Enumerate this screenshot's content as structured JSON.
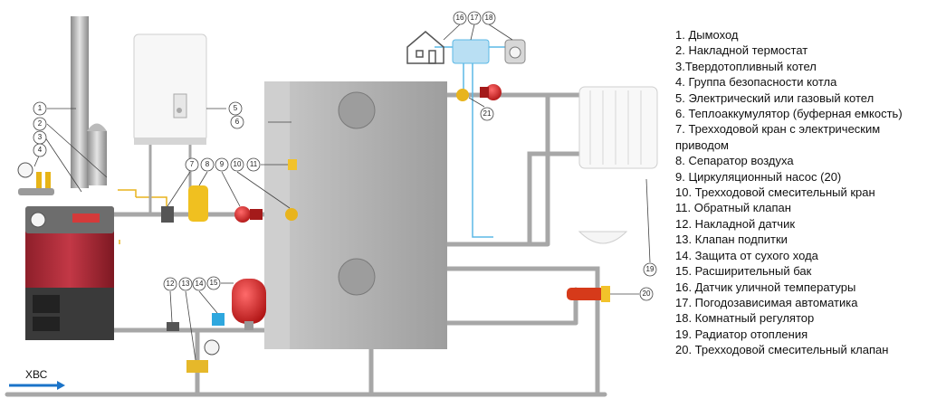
{
  "diagram": {
    "inlet_label": "ХВС",
    "callouts": [
      "1",
      "2",
      "3",
      "4",
      "5",
      "6",
      "7",
      "8",
      "9",
      "10",
      "11",
      "12",
      "13",
      "14",
      "15",
      "16",
      "17",
      "18",
      "19",
      "20",
      "21"
    ]
  },
  "legend": [
    "1. Дымоход",
    "2. Накладной термостат",
    "3.Твердотопливный котел",
    "4. Группа безопасности котла",
    "5. Электрический или газовый котел",
    "6. Теплоаккумулятор (буферная емкость)",
    "7. Трехходовой кран с электрическим приводом",
    "8. Сепаратор воздуха",
    "9. Циркуляционный насос (20)",
    "10. Трехходовой смесительный кран",
    "11. Обратный клапан",
    "12. Накладной датчик",
    "13. Клапан подпитки",
    "14. Защита от сухого хода",
    "15. Расширительный бак",
    "16. Датчик уличной температуры",
    "17. Погодозависимая автоматика",
    "18. Комнатный регулятор",
    "19. Радиатор отопления",
    "20. Трехходовой смесительный клапан"
  ]
}
